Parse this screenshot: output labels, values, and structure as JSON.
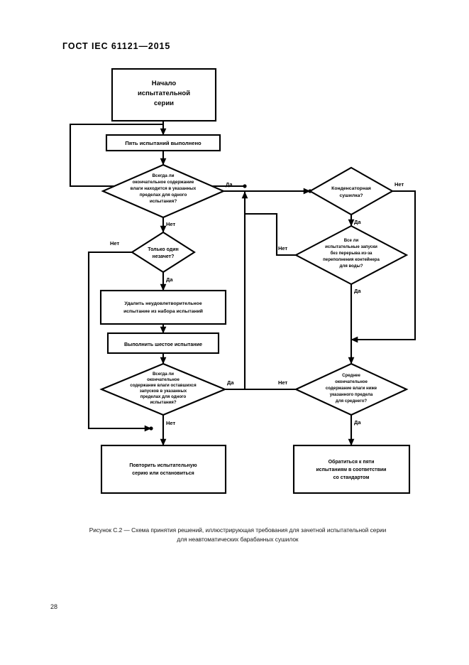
{
  "document": {
    "header": "ГОСТ IEC 61121—2015",
    "page_number": "28",
    "caption_line1": "Рисунок С.2 — Схема принятия решений, иллюстрирующая требования для зачетной испытательной серии",
    "caption_line2": "для неавтоматических барабанных сушилок"
  },
  "flowchart": {
    "nodes": {
      "start": {
        "type": "process",
        "lines": [
          "Начало",
          "испытательной",
          "серии"
        ]
      },
      "five_tests_done": {
        "type": "process",
        "lines": [
          "Пять испытаний выполнено"
        ]
      },
      "decision_moisture_single": {
        "type": "decision",
        "lines": [
          "Всегда ли",
          "окончательное содержание",
          "влаги находится в указанных",
          "пределах для одного",
          "испытания?"
        ]
      },
      "decision_one_fail": {
        "type": "decision",
        "lines": [
          "Только один",
          "незачет?"
        ]
      },
      "remove_test": {
        "type": "process",
        "lines": [
          "Удалить неудовлетворительное",
          "испытание из набора испытаний"
        ]
      },
      "sixth_test": {
        "type": "process",
        "lines": [
          "Выполнить шестое испытание"
        ]
      },
      "decision_remaining_runs": {
        "type": "decision",
        "lines": [
          "Всегда ли",
          "окончательное",
          "содержание влаги оставшихся",
          "запусков в указанных",
          "пределах для одного",
          "испытания?"
        ]
      },
      "repeat_or_stop": {
        "type": "process",
        "lines": [
          "Повторить испытательную",
          "серию или остановиться"
        ]
      },
      "decision_condenser": {
        "type": "decision",
        "lines": [
          "Конденсаторная",
          "сушилка?"
        ]
      },
      "decision_no_interrupt": {
        "type": "decision",
        "lines": [
          "Все ли",
          "испытательные запуски",
          "без перерыва из-за",
          "переполнения контейнера",
          "для воды?"
        ]
      },
      "decision_average_moisture": {
        "type": "decision",
        "lines": [
          "Среднее",
          "окончательное",
          "содержание влаги ниже",
          "указанного предела",
          "для среднего?"
        ]
      },
      "refer_five_tests": {
        "type": "process",
        "lines": [
          "Обратиться к пяти",
          "испытаниям в соответствии",
          "со стандартом"
        ]
      }
    },
    "edge_labels": {
      "yes": "Да",
      "no": "Нет"
    },
    "edges": [
      {
        "from": "decision_moisture_single",
        "to": "decision_condenser",
        "label": "Да"
      },
      {
        "from": "decision_moisture_single",
        "to": "decision_one_fail",
        "label": "Нет"
      },
      {
        "from": "decision_one_fail",
        "to": "repeat_or_stop",
        "label": "Нет"
      },
      {
        "from": "decision_one_fail",
        "to": "remove_test",
        "label": "Да"
      },
      {
        "from": "decision_remaining_runs",
        "to": "decision_condenser",
        "label": "Да"
      },
      {
        "from": "decision_remaining_runs",
        "to": "repeat_or_stop",
        "label": "Нет"
      },
      {
        "from": "decision_condenser",
        "to": "decision_no_interrupt",
        "label": "Да"
      },
      {
        "from": "decision_condenser",
        "to": "decision_average_moisture",
        "label": "Нет"
      },
      {
        "from": "decision_no_interrupt",
        "to": "decision_average_moisture",
        "label": "Да"
      },
      {
        "from": "decision_no_interrupt",
        "to": "five_tests_done",
        "label": "Нет"
      },
      {
        "from": "decision_average_moisture",
        "to": "refer_five_tests",
        "label": "Да"
      },
      {
        "from": "decision_average_moisture",
        "to": "five_tests_done",
        "label": "Нет"
      }
    ]
  },
  "colors": {
    "ink": "#000000",
    "paper": "#ffffff"
  }
}
